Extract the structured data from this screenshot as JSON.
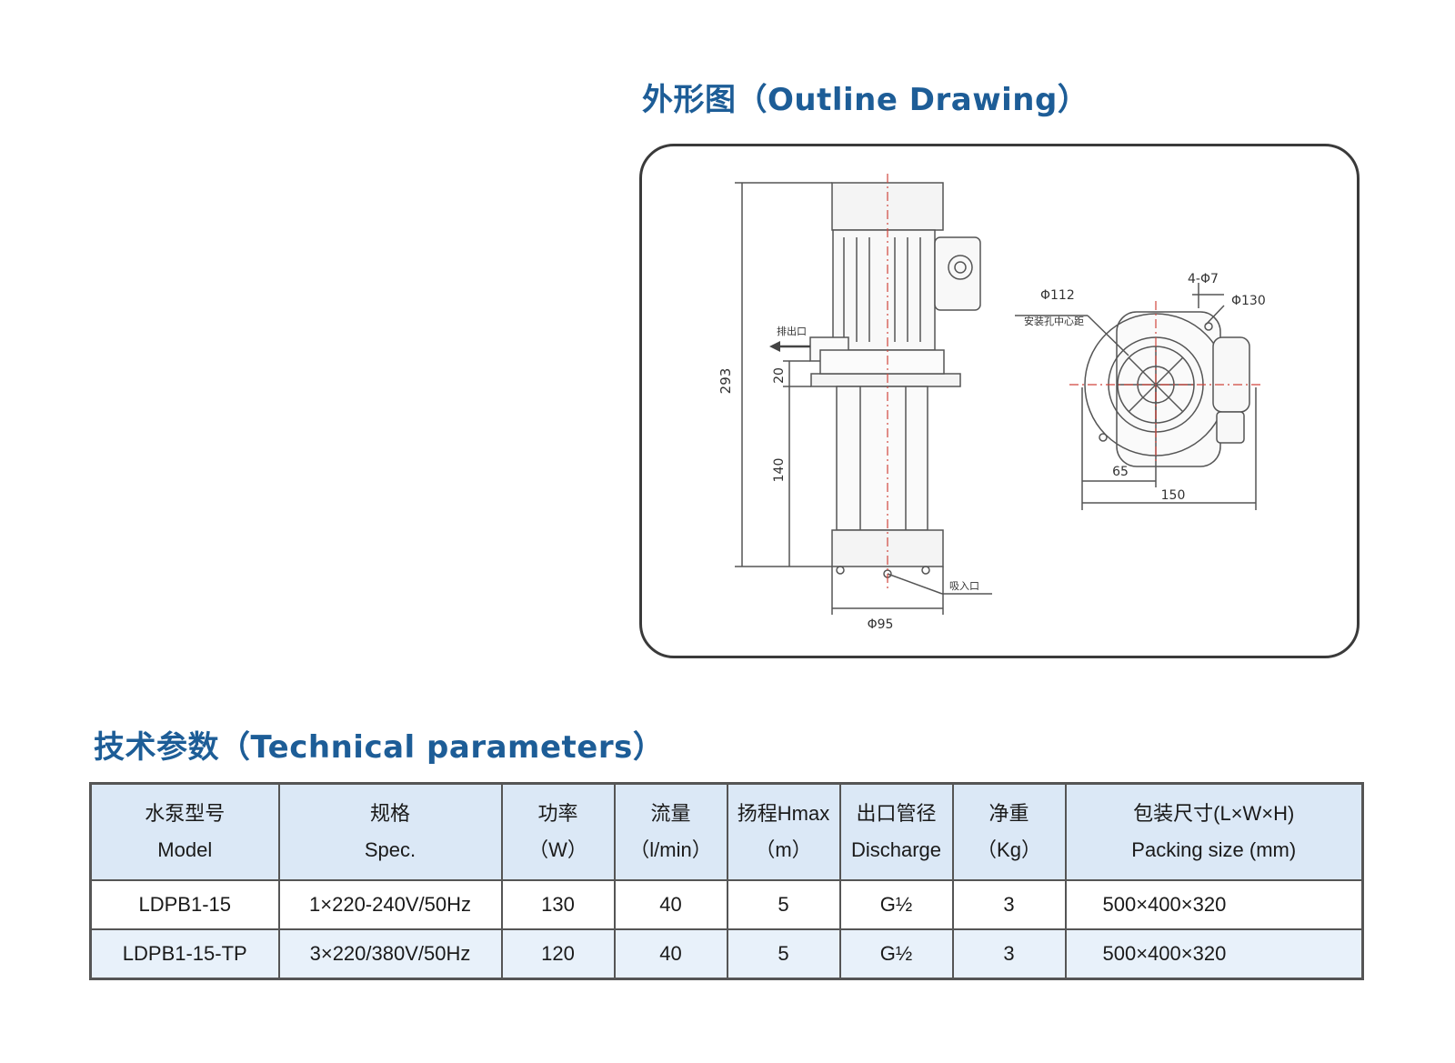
{
  "outline": {
    "title": "外形图（Outline Drawing）",
    "labels": {
      "dim_293": "293",
      "dim_20": "20",
      "dim_140": "140",
      "dim_phi95": "Φ95",
      "outlet_label": "排出口",
      "inlet_label": "吸入口",
      "dim_phi112": "Φ112",
      "mount_hole_label": "安装孔中心距",
      "dim_4phi7": "4-Φ7",
      "dim_phi130": "Φ130",
      "dim_65": "65",
      "dim_150": "150"
    }
  },
  "technical": {
    "title": "技术参数（Technical parameters）",
    "headers": [
      {
        "cn": "水泵型号",
        "en": "Model"
      },
      {
        "cn": "规格",
        "en": "Spec."
      },
      {
        "cn": "功率",
        "en": "（W）"
      },
      {
        "cn": "流量",
        "en": "（l/min）"
      },
      {
        "cn": "扬程Hmax",
        "en": "（m）"
      },
      {
        "cn": "出口管径",
        "en": "Discharge"
      },
      {
        "cn": "净重",
        "en": "（Kg）"
      },
      {
        "cn": "包装尺寸(L×W×H)",
        "en": "Packing size (mm)"
      }
    ],
    "rows": [
      [
        "LDPB1-15",
        "1×220-240V/50Hz",
        "130",
        "40",
        "5",
        "G½",
        "3",
        "500×400×320"
      ],
      [
        "LDPB1-15-TP",
        "3×220/380V/50Hz",
        "120",
        "40",
        "5",
        "G½",
        "3",
        "500×400×320"
      ]
    ]
  },
  "colors": {
    "title_blue": "#1d5d97",
    "header_bg": "#dbe8f6",
    "row_alt_bg": "#e8f1fa",
    "dim_red": "#d0453c"
  }
}
